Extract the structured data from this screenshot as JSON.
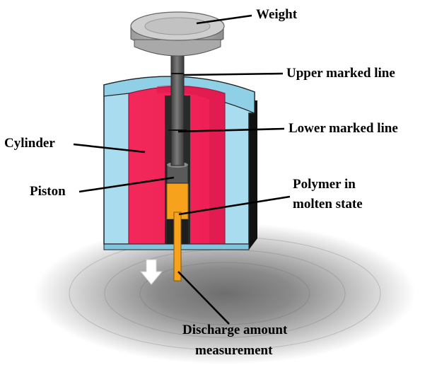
{
  "labels": {
    "weight": "Weight",
    "upper_marked_line": "Upper marked line",
    "lower_marked_line": "Lower marked line",
    "cylinder": "Cylinder",
    "piston": "Piston",
    "polymer_line1": "Polymer in",
    "polymer_line2": "molten state",
    "discharge_line1": "Discharge amount",
    "discharge_line2": "measurement"
  },
  "colors": {
    "cylinder_outer": "#a9dcee",
    "cylinder_inner": "#f5285e",
    "cylinder_inner_dark": "#c9104a",
    "cylinder_edge": "#1a1a1a",
    "rod": "#5c5c5c",
    "weight": "#b9b9b9",
    "polymer": "#f7a21c",
    "arrow": "#ffffff"
  },
  "icons": {
    "flow_arrow": "down-arrow-icon"
  }
}
